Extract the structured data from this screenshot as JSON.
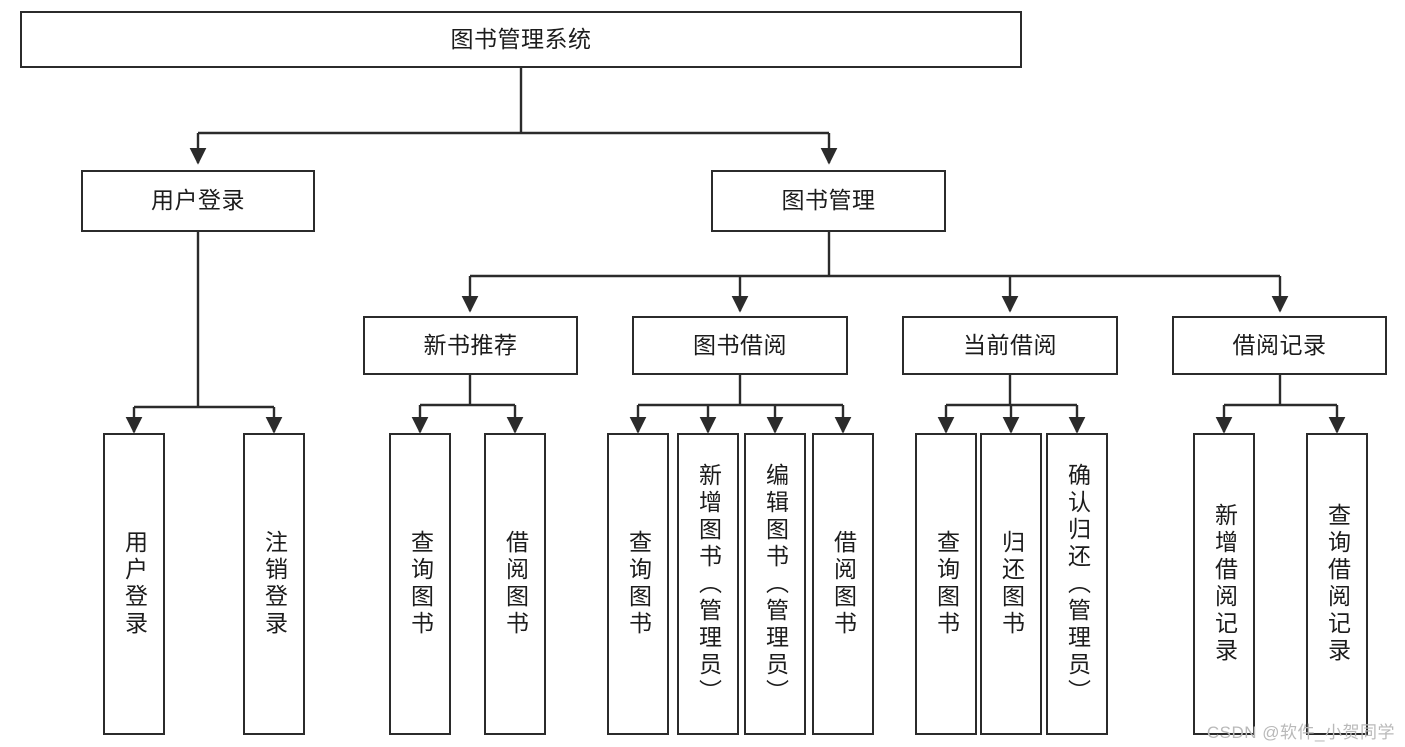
{
  "diagram": {
    "title": "图书管理系统",
    "type": "tree-hierarchy",
    "orientation": "top-down",
    "colors": {
      "box_border": "#2b2b2b",
      "box_fill": "#ffffff",
      "edge": "#2b2b2b",
      "text": "#1c1c1c",
      "watermark": "#b9b9b9",
      "background": "#ffffff"
    }
  },
  "root": {
    "label": "图书管理系统"
  },
  "level2": [
    {
      "id": "user-login",
      "label": "用户登录"
    },
    {
      "id": "book-manage",
      "label": "图书管理"
    }
  ],
  "level3": [
    {
      "id": "new-book-recommend",
      "label": "新书推荐"
    },
    {
      "id": "book-borrow",
      "label": "图书借阅"
    },
    {
      "id": "current-borrow",
      "label": "当前借阅"
    },
    {
      "id": "borrow-record",
      "label": "借阅记录"
    }
  ],
  "leaves": {
    "user_login": [
      {
        "id": "leaf-user-login",
        "label": "用户登录"
      },
      {
        "id": "leaf-logout-login",
        "label": "注销登录"
      }
    ],
    "new_book_recommend": [
      {
        "id": "leaf-query-book-1",
        "label": "查询图书"
      },
      {
        "id": "leaf-borrow-book-1",
        "label": "借阅图书"
      }
    ],
    "book_borrow": [
      {
        "id": "leaf-query-book-2",
        "label": "查询图书"
      },
      {
        "id": "leaf-add-book",
        "label": "新增图书（管理员）"
      },
      {
        "id": "leaf-edit-book",
        "label": "编辑图书（管理员）"
      },
      {
        "id": "leaf-borrow-book-2",
        "label": "借阅图书"
      }
    ],
    "current_borrow": [
      {
        "id": "leaf-query-book-3",
        "label": "查询图书"
      },
      {
        "id": "leaf-return-book",
        "label": "归还图书"
      },
      {
        "id": "leaf-confirm-return",
        "label": "确认归还（管理员）"
      }
    ],
    "borrow_record": [
      {
        "id": "leaf-add-record",
        "label": "新增借阅记录"
      },
      {
        "id": "leaf-query-record",
        "label": "查询借阅记录"
      }
    ]
  },
  "watermark": {
    "text": "CSDN @软件_小贺同学"
  }
}
